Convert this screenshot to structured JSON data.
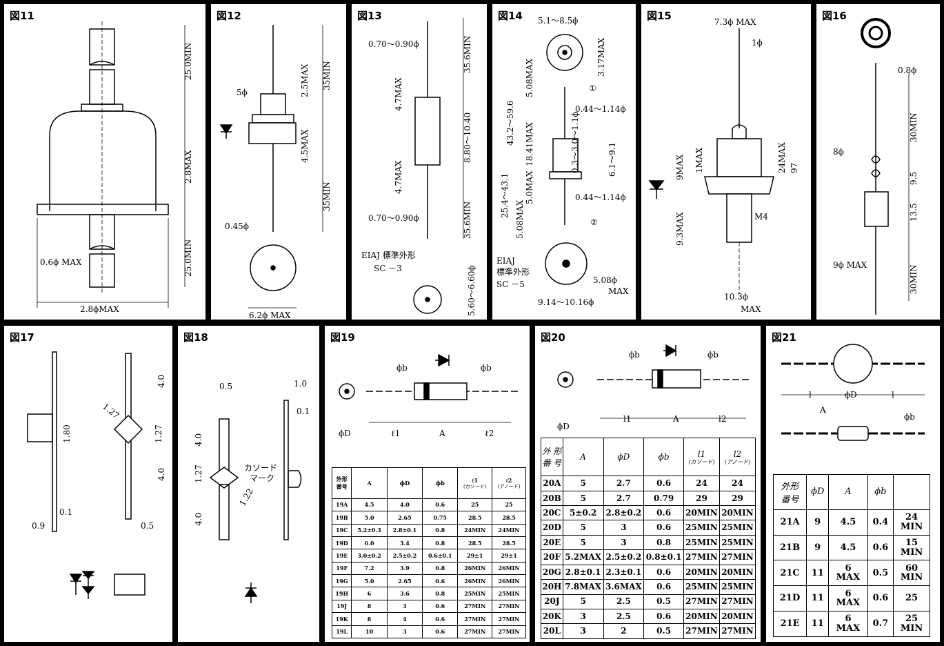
{
  "figures": {
    "f11": {
      "title": "図11",
      "labels": [
        "25.0MIN",
        "2.8MAX",
        "25.0MIN",
        "0.6ϕ MAX",
        "2.8ϕMAX"
      ]
    },
    "f12": {
      "title": "図12",
      "labels": [
        "5ϕ",
        "2.5MAX",
        "35MIN",
        "4.5MAX",
        "35MIN",
        "0.45ϕ",
        "6.2ϕ MAX"
      ]
    },
    "f13": {
      "title": "図13",
      "labels": [
        "0.70～0.90ϕ",
        "35.6MIN",
        "4.7MAX",
        "4.7MAX",
        "8.80～10.40",
        "0.70～0.90ϕ",
        "35.6MIN",
        "EIAJ 標準外形",
        "SC －3",
        "5.60～6.60ϕ"
      ]
    },
    "f14": {
      "title": "図14",
      "labels": [
        "5.1～8.5ϕ",
        "3.17MAX",
        "5.08MAX",
        "①",
        "0.44～1.14ϕ",
        "43.2～59.6",
        "18.41MAX",
        "0.3～3.0～1.1ϕ",
        "6.1～9.1",
        "25.4～43.1",
        "5.0MAX",
        "5.08MAX",
        "0.44～1.14ϕ",
        "②",
        "EIAJ",
        "標準外形",
        "SC －5",
        "5.08ϕ",
        "MAX",
        "9.14～10.16ϕ"
      ]
    },
    "f15": {
      "title": "図15",
      "labels": [
        "7.3ϕ MAX",
        "1ϕ",
        "9MAX",
        "1MAX",
        "24MAX",
        "97",
        "9.3MAX",
        "M4",
        "10.3ϕ",
        "MAX"
      ]
    },
    "f16": {
      "title": "図16",
      "labels": [
        "0.8ϕ",
        "30MIN",
        "8ϕ",
        "9.5",
        "13.5",
        "9ϕ MAX",
        "30MIN"
      ]
    },
    "f17": {
      "title": "図17",
      "labels": [
        "1.27",
        "4.0",
        "1.80",
        "1.27",
        "4.0",
        "0.1",
        "0.9",
        "0.5"
      ]
    },
    "f18": {
      "title": "図18",
      "labels": [
        "0.5",
        "1.0",
        "0.1",
        "4.0",
        "1.27",
        "カソード",
        "マーク",
        "1.22",
        "4.0"
      ]
    },
    "f19": {
      "title": "図19",
      "labels": [
        "ϕb",
        "ϕb",
        "ϕD",
        "ℓ1",
        "A",
        "ℓ2"
      ]
    },
    "f20": {
      "title": "図20",
      "labels": [
        "ϕb",
        "ϕb",
        "ϕD",
        "l1",
        "A",
        "l2"
      ]
    },
    "f21": {
      "title": "図21",
      "labels": [
        "l",
        "ϕD",
        "l",
        "A",
        "ϕb"
      ]
    }
  },
  "table19": {
    "headers": [
      "外形\n番号",
      "A",
      "ϕD",
      "ϕb",
      "ℓ1\n(カソード)",
      "ℓ2\n(アノード)"
    ],
    "rows": [
      [
        "19A",
        "4.5",
        "4.0",
        "0.6",
        "25",
        "25"
      ],
      [
        "19B",
        "5.0",
        "2.65",
        "0.75",
        "28.5",
        "28.5"
      ],
      [
        "19C",
        "5.2±0.3",
        "2.8±0.1",
        "0.8",
        "24MIN",
        "24MIN"
      ],
      [
        "19D",
        "6.0",
        "3.4",
        "0.8",
        "28.5",
        "28.5"
      ],
      [
        "19E",
        "3.0±0.2",
        "2.5±0.2",
        "0.6±0.1",
        "29±1",
        "29±1"
      ],
      [
        "19F",
        "7.2",
        "3.9",
        "0.8",
        "26MIN",
        "26MIN"
      ],
      [
        "19G",
        "5.0",
        "2.65",
        "0.6",
        "26MIN",
        "26MIN"
      ],
      [
        "19H",
        "6",
        "3.6",
        "0.8",
        "25MIN",
        "25MIN"
      ],
      [
        "19J",
        "8",
        "3",
        "0.6",
        "27MIN",
        "27MIN"
      ],
      [
        "19K",
        "8",
        "4",
        "0.6",
        "27MIN",
        "27MIN"
      ],
      [
        "19L",
        "10",
        "3",
        "0.6",
        "27MIN",
        "27MIN"
      ]
    ]
  },
  "table20": {
    "headers": [
      "外 形\n番 号",
      "A",
      "ϕD",
      "ϕb",
      "l1\n(カソード)",
      "l2\n(アノード)"
    ],
    "rows": [
      [
        "20A",
        "5",
        "2.7",
        "0.6",
        "24",
        "24"
      ],
      [
        "20B",
        "5",
        "2.7",
        "0.79",
        "29",
        "29"
      ],
      [
        "20C",
        "5±0.2",
        "2.8±0.2",
        "0.6",
        "20MIN",
        "20MIN"
      ],
      [
        "20D",
        "5",
        "3",
        "0.6",
        "25MIN",
        "25MIN"
      ],
      [
        "20E",
        "5",
        "3",
        "0.8",
        "25MIN",
        "25MIN"
      ],
      [
        "20F",
        "5.2MAX",
        "2.5±0.2",
        "0.8±0.1",
        "27MIN",
        "27MIN"
      ],
      [
        "20G",
        "2.8±0.1",
        "2.3±0.1",
        "0.6",
        "20MIN",
        "20MIN"
      ],
      [
        "20H",
        "7.8MAX",
        "3.6MAX",
        "0.6",
        "25MIN",
        "25MIN"
      ],
      [
        "20J",
        "5",
        "2.5",
        "0.5",
        "27MIN",
        "27MIN"
      ],
      [
        "20K",
        "3",
        "2.5",
        "0.6",
        "20MIN",
        "20MIN"
      ],
      [
        "20L",
        "3",
        "2",
        "0.5",
        "27MIN",
        "27MIN"
      ]
    ]
  },
  "table21": {
    "headers": [
      "外形\n番号",
      "ϕD",
      "A",
      "ϕb",
      ""
    ],
    "rows": [
      [
        "21A",
        "9",
        "4.5",
        "0.4",
        "24\nMIN"
      ],
      [
        "21B",
        "9",
        "4.5",
        "0.6",
        "15\nMIN"
      ],
      [
        "21C",
        "11",
        "6\nMAX",
        "0.5",
        "60\nMIN"
      ],
      [
        "21D",
        "11",
        "6\nMAX",
        "0.6",
        "25"
      ],
      [
        "21E",
        "11",
        "6\nMAX",
        "0.7",
        "25\nMIN"
      ]
    ]
  }
}
